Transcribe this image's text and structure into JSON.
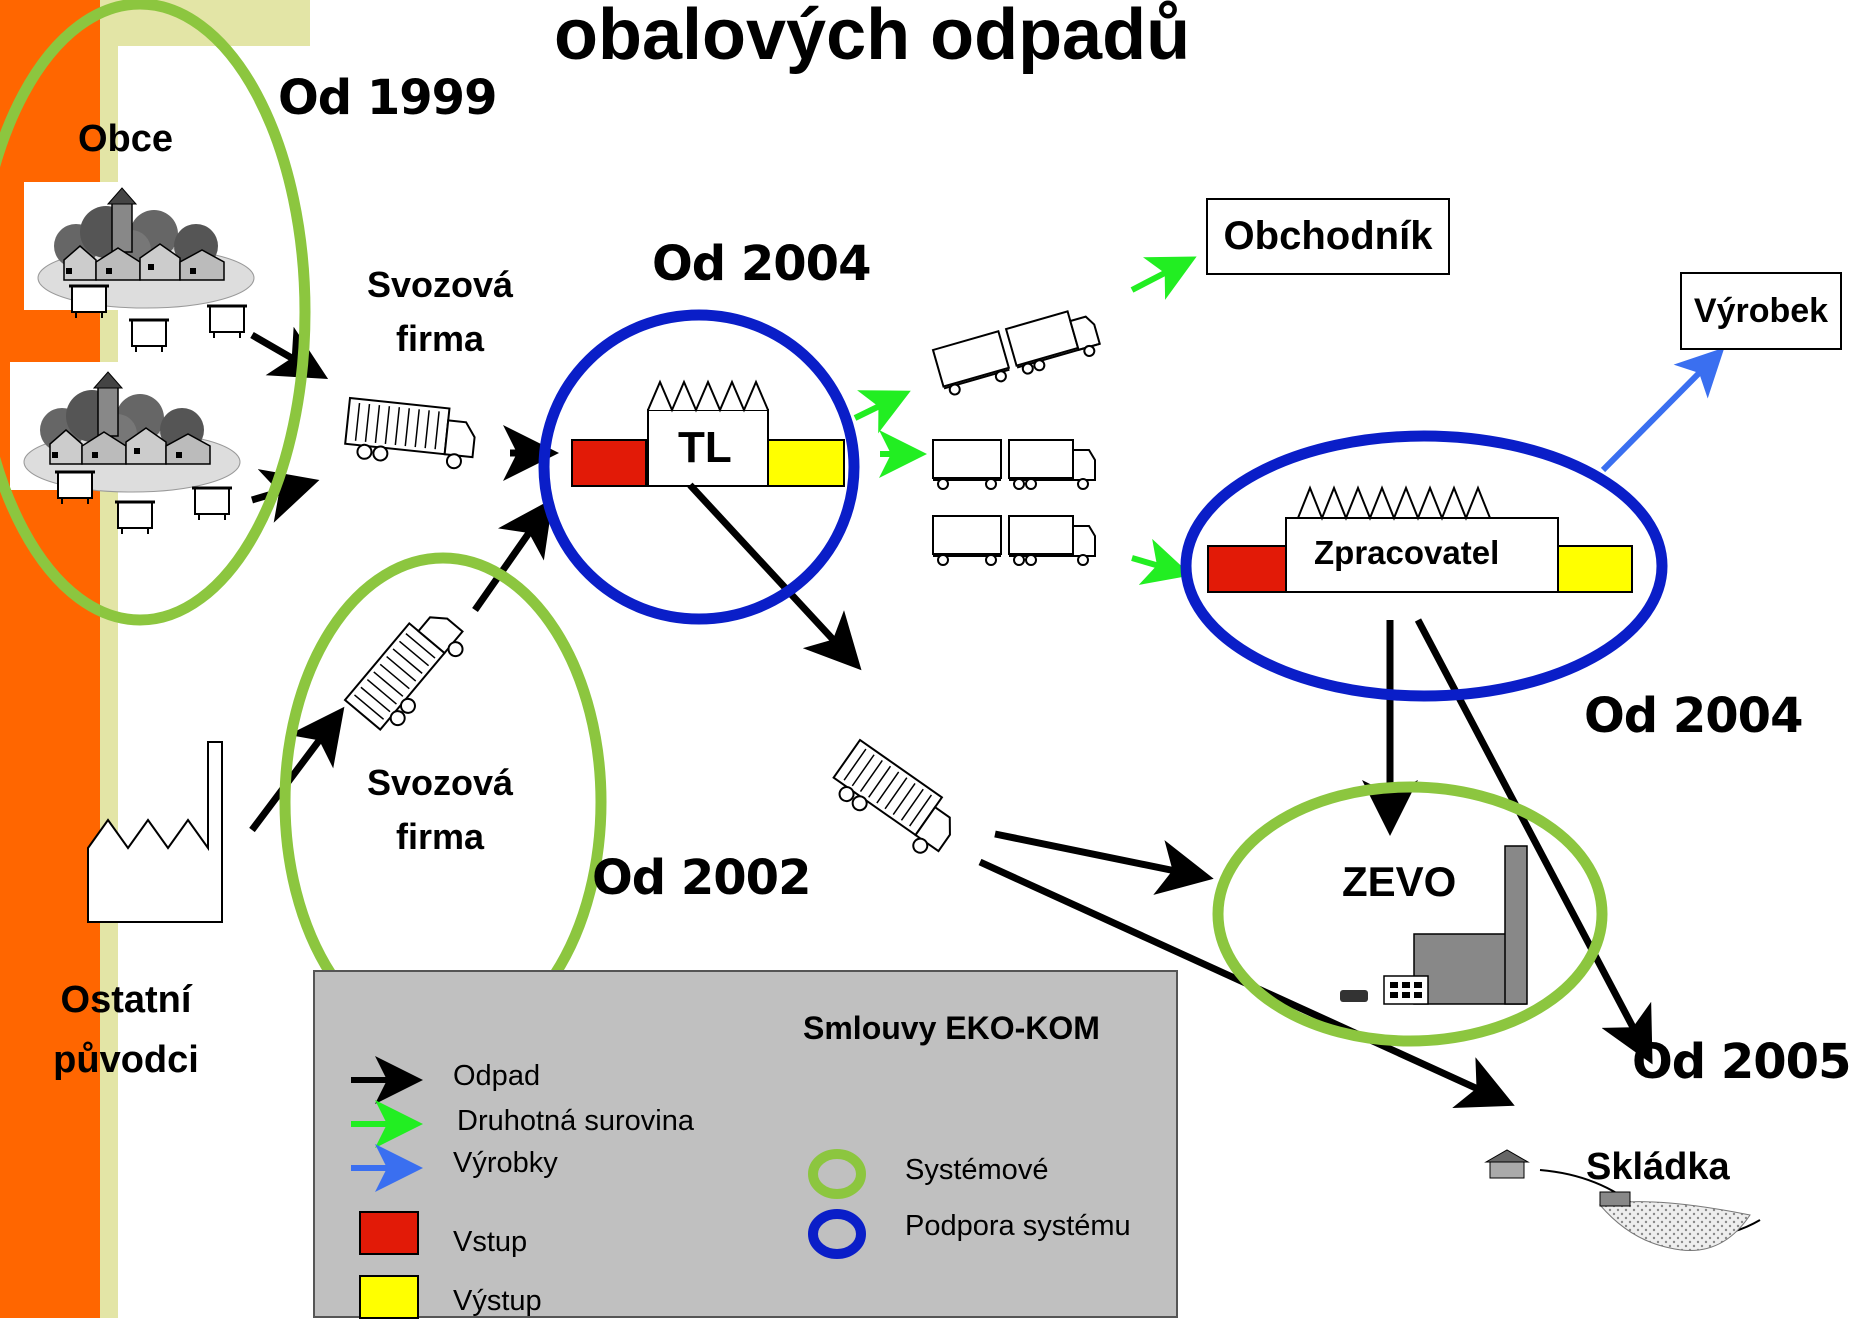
{
  "title": "obalových odpadů",
  "since": {
    "obce": "Od 1999",
    "tl": "Od 2004",
    "firma2": "Od 2002",
    "zpracovatel": "Od 2004",
    "zevo": "Od 2005"
  },
  "nodes": {
    "obce": "Obce",
    "svozova_firma_1_line1": "Svozová",
    "svozova_firma_1_line2": "firma",
    "svozova_firma_2_line1": "Svozová",
    "svozova_firma_2_line2": "firma",
    "tl": "TL",
    "obchodnik": "Obchodník",
    "vyrobek": "Výrobek",
    "zpracovatel": "Zpracovatel",
    "zevo": "ZEVO",
    "ostatni_line1": "Ostatní",
    "ostatni_line2": "původci",
    "skladka": "Skládka"
  },
  "legend": {
    "title": "Smlouvy EKO-KOM",
    "odpad": "Odpad",
    "druhotna": "Druhotná surovina",
    "vyrobky": "Výrobky",
    "vstup": "Vstup",
    "vystup": "Výstup",
    "systemove": "Systémové",
    "podpora": "Podpora systému"
  },
  "colors": {
    "side_bar": "#ff6600",
    "side_bar_light": "#e3e5a6",
    "green_ring": "#8cc63f",
    "blue_ring": "#0a1ec8",
    "arrow_black": "#000000",
    "arrow_green": "#22ee22",
    "arrow_blue": "#3a6ff0",
    "input_red": "#e21a07",
    "output_yellow": "#ffff00",
    "legend_bg": "#c0c0c0"
  }
}
